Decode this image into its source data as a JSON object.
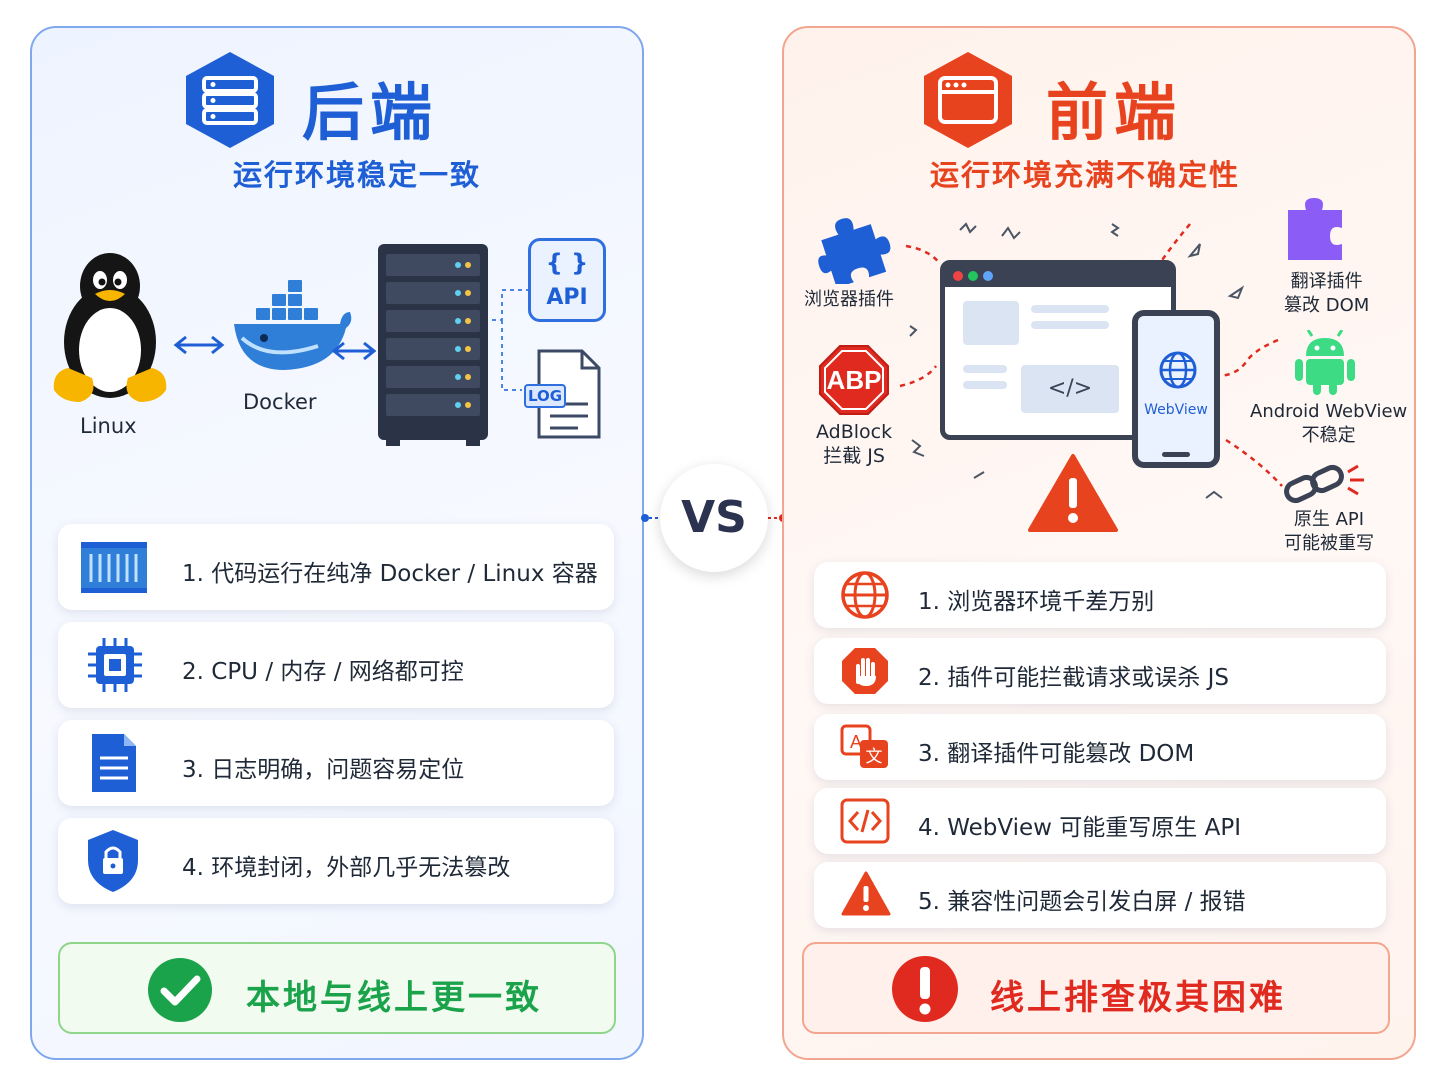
{
  "backend": {
    "title": "后端",
    "subtitle": "运行环境稳定一致",
    "illustration": {
      "linux_label": "Linux",
      "docker_label": "Docker",
      "api_label": "API",
      "api_braces": "{ }",
      "log_label": "LOG"
    },
    "items": [
      {
        "text": "1. 代码运行在纯净 Docker / Linux 容器",
        "icon": "container-icon"
      },
      {
        "text": "2. CPU / 内存 / 网络都可控",
        "icon": "cpu-chip-icon"
      },
      {
        "text": "3. 日志明确，问题容易定位",
        "icon": "document-icon"
      },
      {
        "text": "4. 环境封闭，外部几乎无法篡改",
        "icon": "shield-lock-icon"
      }
    ],
    "conclusion": "本地与线上更一致",
    "colors": {
      "accent": "#1f5fd6",
      "border": "#7fa8ee",
      "success": "#1aa34a",
      "success_bg": "#f1fbf0",
      "success_border": "#8fd58a"
    }
  },
  "vs_label": "VS",
  "frontend": {
    "title": "前端",
    "subtitle": "运行环境充满不确定性",
    "illustration": {
      "browser_extension": "浏览器插件",
      "abp_badge": "ABP",
      "adblock_line1": "AdBlock",
      "adblock_line2": "拦截 JS",
      "translate_line1": "翻译插件",
      "translate_line2": "篡改 DOM",
      "android_line1": "Android WebView",
      "android_line2": "不稳定",
      "native_line1": "原生 API",
      "native_line2": "可能被重写",
      "webview_label": "WebView",
      "code_symbol": "</>"
    },
    "items": [
      {
        "text": "1. 浏览器环境千差万别",
        "icon": "globe-icon"
      },
      {
        "text": "2. 插件可能拦截请求或误杀 JS",
        "icon": "stop-hand-icon"
      },
      {
        "text": "3. 翻译插件可能篡改 DOM",
        "icon": "translate-icon"
      },
      {
        "text": "4. WebView 可能重写原生 API",
        "icon": "code-icon"
      },
      {
        "text": "5. 兼容性问题会引发白屏 / 报错",
        "icon": "warning-icon"
      }
    ],
    "conclusion": "线上排查极其困难",
    "colors": {
      "accent": "#e8431f",
      "border": "#f2a58f",
      "danger": "#e02a1f",
      "danger_bg": "#fff0ec"
    }
  }
}
